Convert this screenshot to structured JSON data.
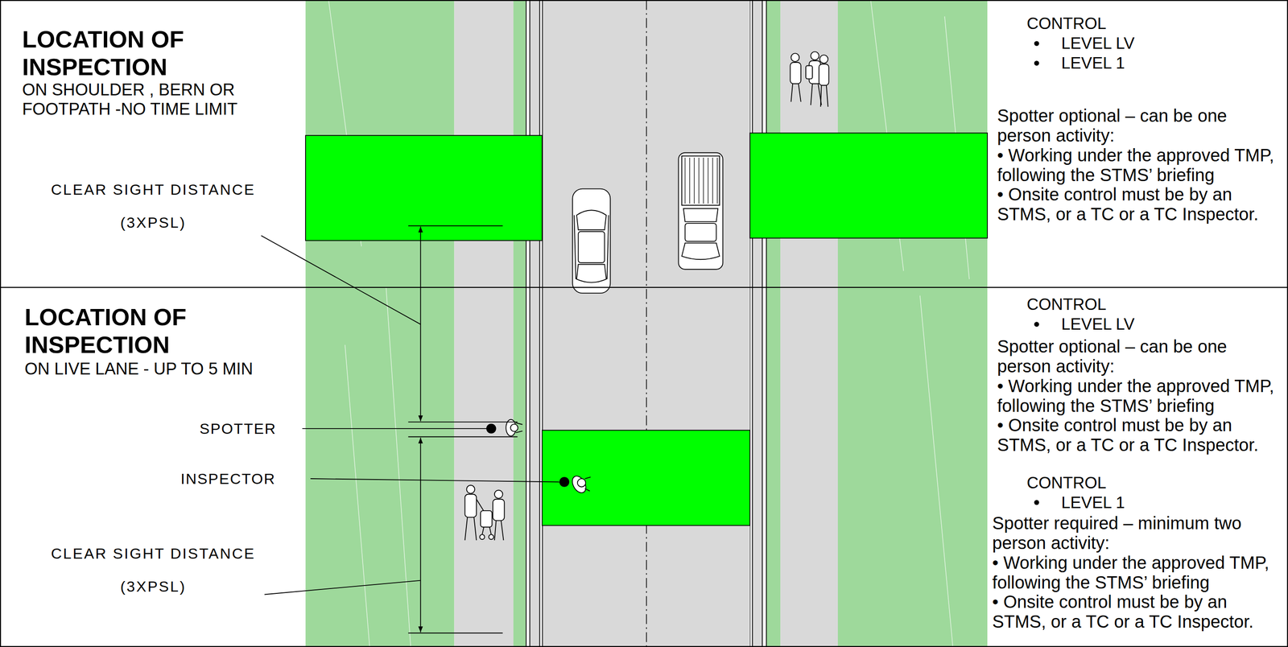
{
  "diagram": {
    "labels": [
      "LOCATION OF INSPECTION",
      "ON SHOULDER , BERN OR FOOTPATH -NO TIME LIMIT",
      "CLEAR SIGHT DISTANCE (3XPSL)",
      "CONTROL",
      "LEVEL LV",
      "LEVEL 1",
      "Spotter optional – can be one person activity:",
      "• Working under the approved TMP, following the STMS’ briefing",
      "• Onsite control must be by an STMS, or a TC or a TC Inspector.",
      "LOCATION OF INSPECTION",
      "ON LIVE LANE - UP TO 5 MIN",
      "SPOTTER",
      "INSPECTOR",
      "CLEAR SIGHT DISTANCE (3XPSL)",
      "CONTROL",
      "LEVEL LV",
      "Spotter optional – can be one person activity:",
      "• Working under the approved TMP, following the STMS’ briefing",
      "• Onsite control must be by an STMS, or a TC or a TC Inspector.",
      "CONTROL",
      "LEVEL 1",
      "Spotter required – minimum two person activity:",
      "• Working under the approved TMP, following the STMS’ briefing",
      "• Onsite control must be by an STMS, or a TC or a TC Inspector."
    ]
  }
}
